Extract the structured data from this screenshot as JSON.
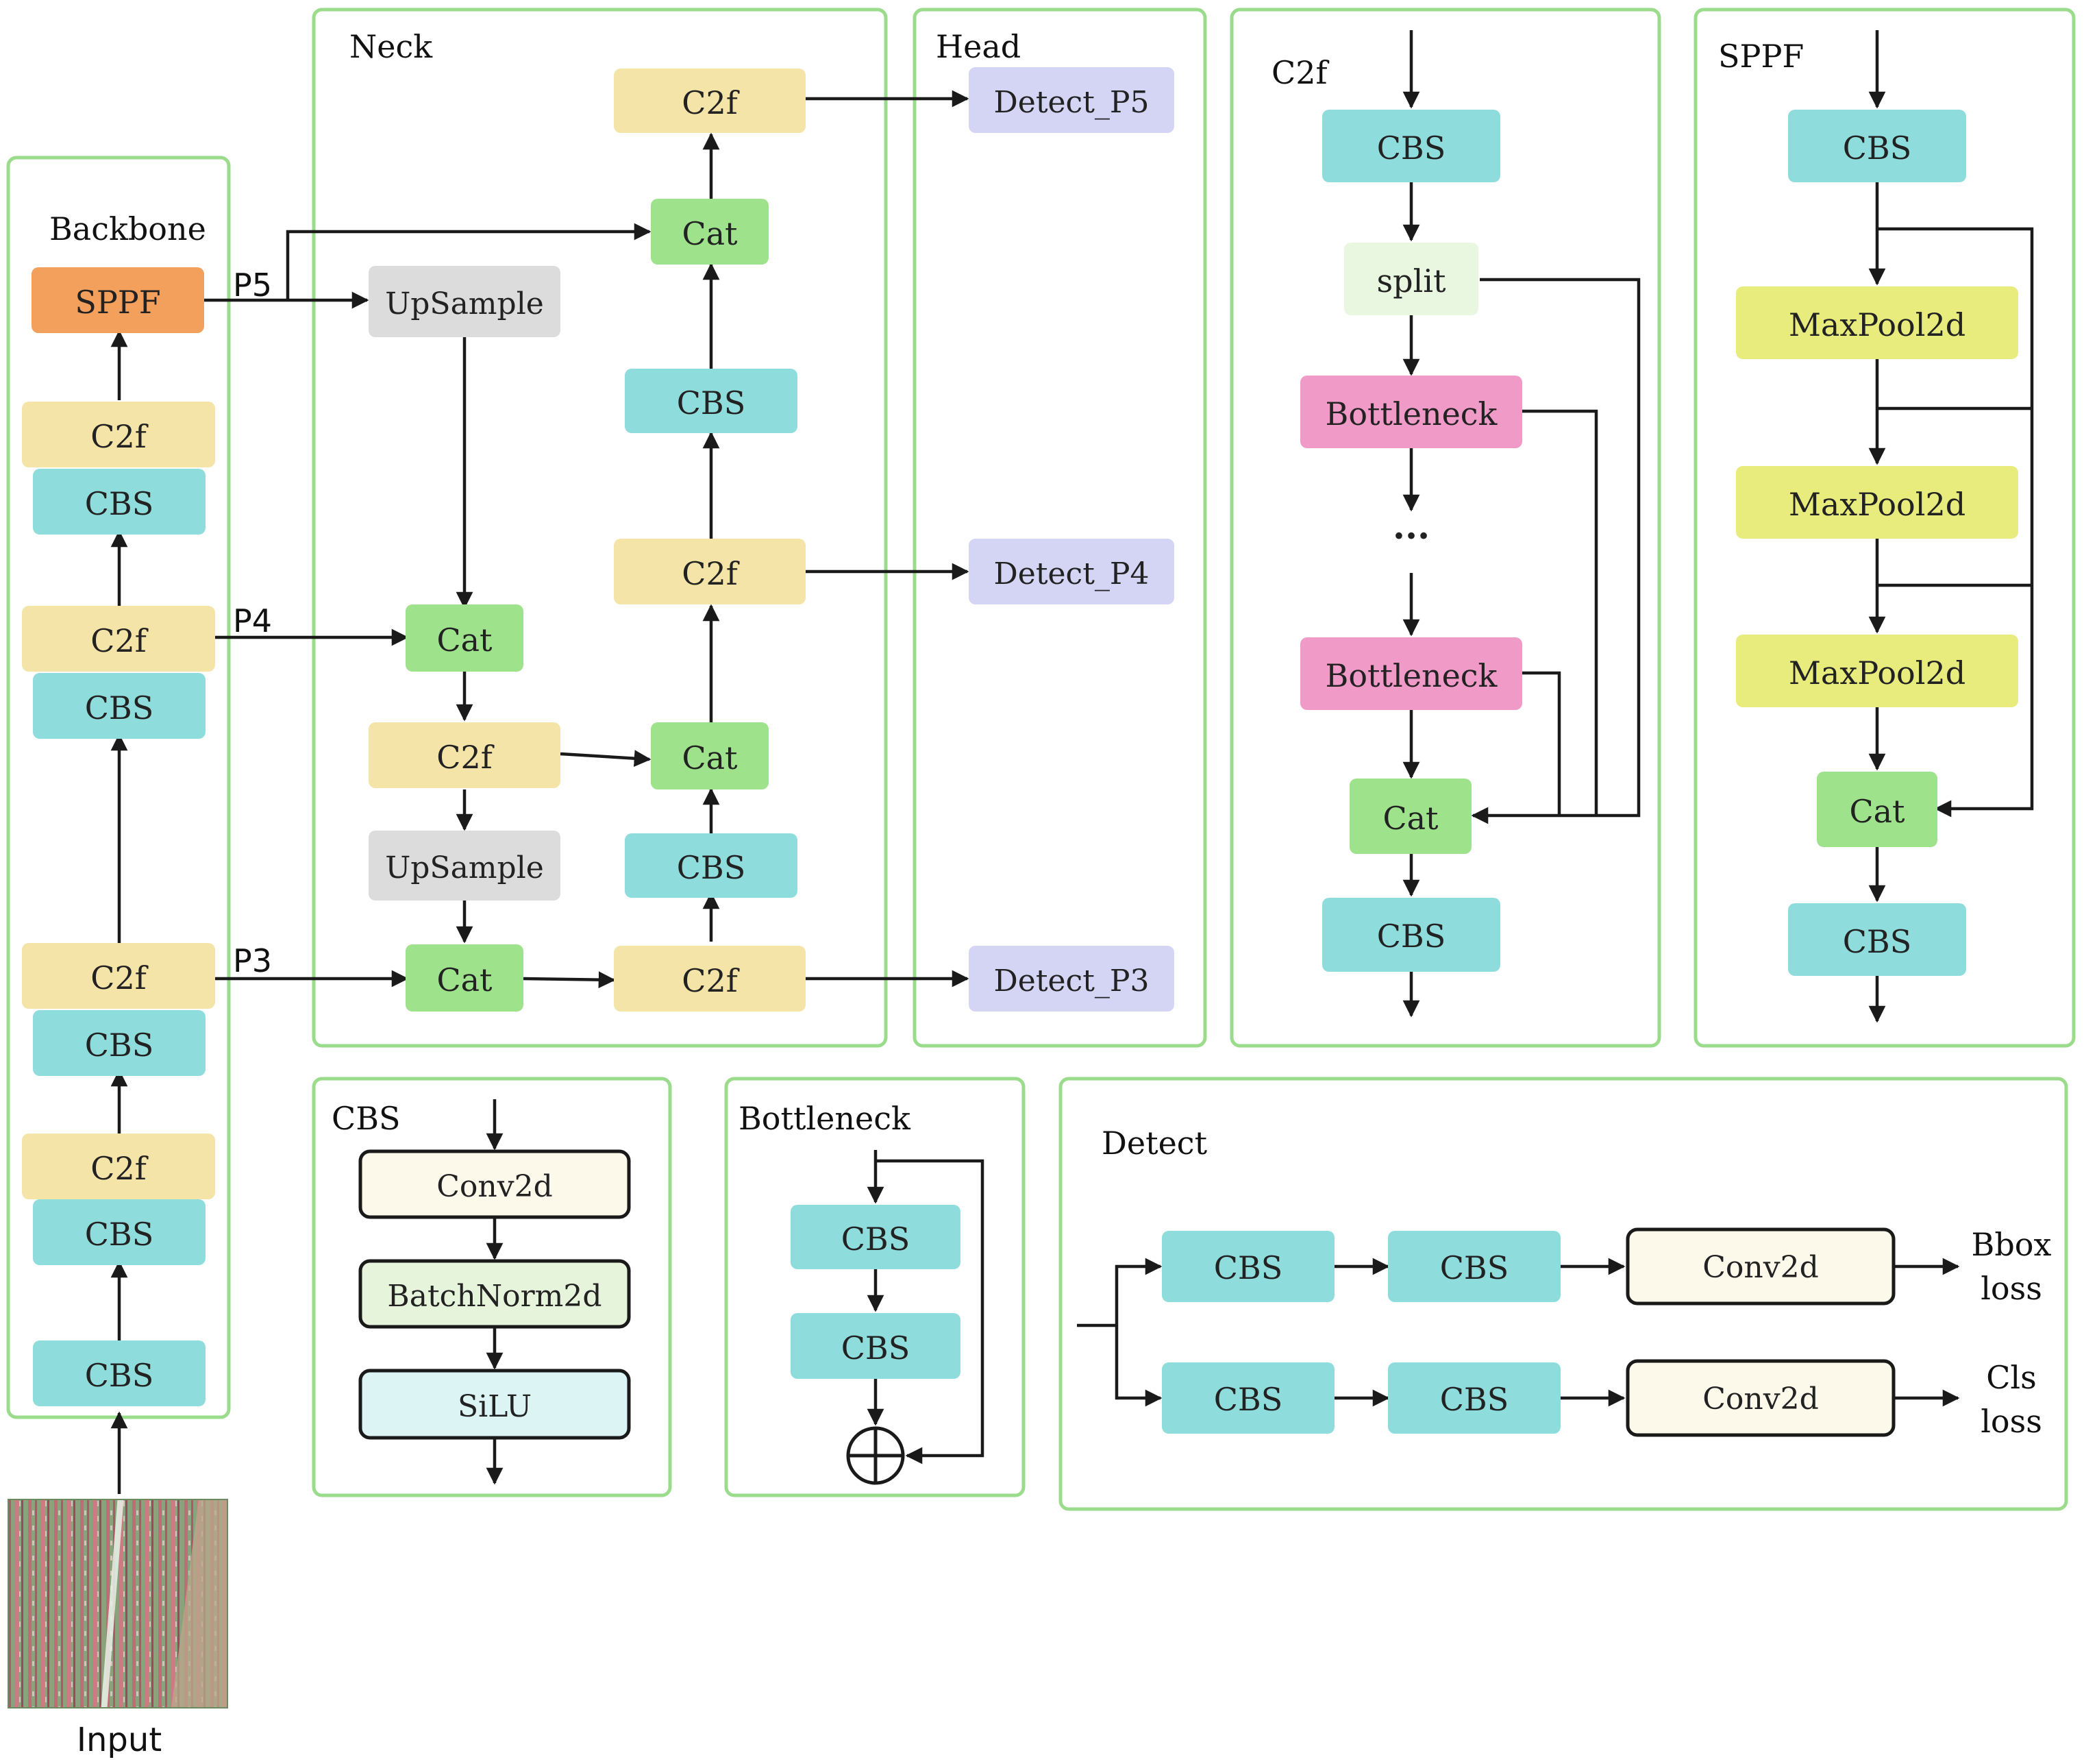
{
  "colors": {
    "frame": "#9bdc8c",
    "arrow": "#1a1a1a",
    "cbs": "#8fdcdc",
    "c2f": "#f4e4a8",
    "sppf": "#f2a05c",
    "cat": "#9ee28c",
    "upsample": "#dcdcdc",
    "detect": "#d4d4f4",
    "split": "#e9f6e0",
    "bottleneck": "#f09ac8",
    "maxpool": "#e8ec7c",
    "conv2d": "#fcf8ea",
    "batchnorm": "#e6f4dc",
    "silu": "#dcf4f4",
    "image_green": "#8aa37a",
    "image_red": "#c26a76"
  },
  "panels": {
    "backbone": "Backbone",
    "neck": "Neck",
    "head": "Head",
    "c2f": "C2f",
    "sppf": "SPPF",
    "cbs": "CBS",
    "bottleneck": "Bottleneck",
    "detect": "Detect"
  },
  "backbone": {
    "sppf": "SPPF",
    "c2f": "C2f",
    "cbs": "CBS",
    "p5": "P5",
    "p4": "P4",
    "p3": "P3",
    "input": "Input"
  },
  "neck": {
    "c2f": "C2f",
    "cat": "Cat",
    "cbs": "CBS",
    "upsample": "UpSample"
  },
  "head": {
    "p5": "Detect_P5",
    "p4": "Detect_P4",
    "p3": "Detect_P3"
  },
  "c2f_block": {
    "cbs": "CBS",
    "split": "split",
    "bottleneck": "Bottleneck",
    "ellipsis": "···",
    "cat": "Cat"
  },
  "sppf_block": {
    "cbs": "CBS",
    "maxpool": "MaxPool2d",
    "cat": "Cat"
  },
  "cbs_block": {
    "conv": "Conv2d",
    "bn": "BatchNorm2d",
    "act": "SiLU"
  },
  "bottleneck_block": {
    "cbs": "CBS"
  },
  "detect_block": {
    "cbs": "CBS",
    "conv": "Conv2d",
    "bbox_1": "Bbox",
    "bbox_2": "loss",
    "cls_1": "Cls",
    "cls_2": "loss"
  }
}
